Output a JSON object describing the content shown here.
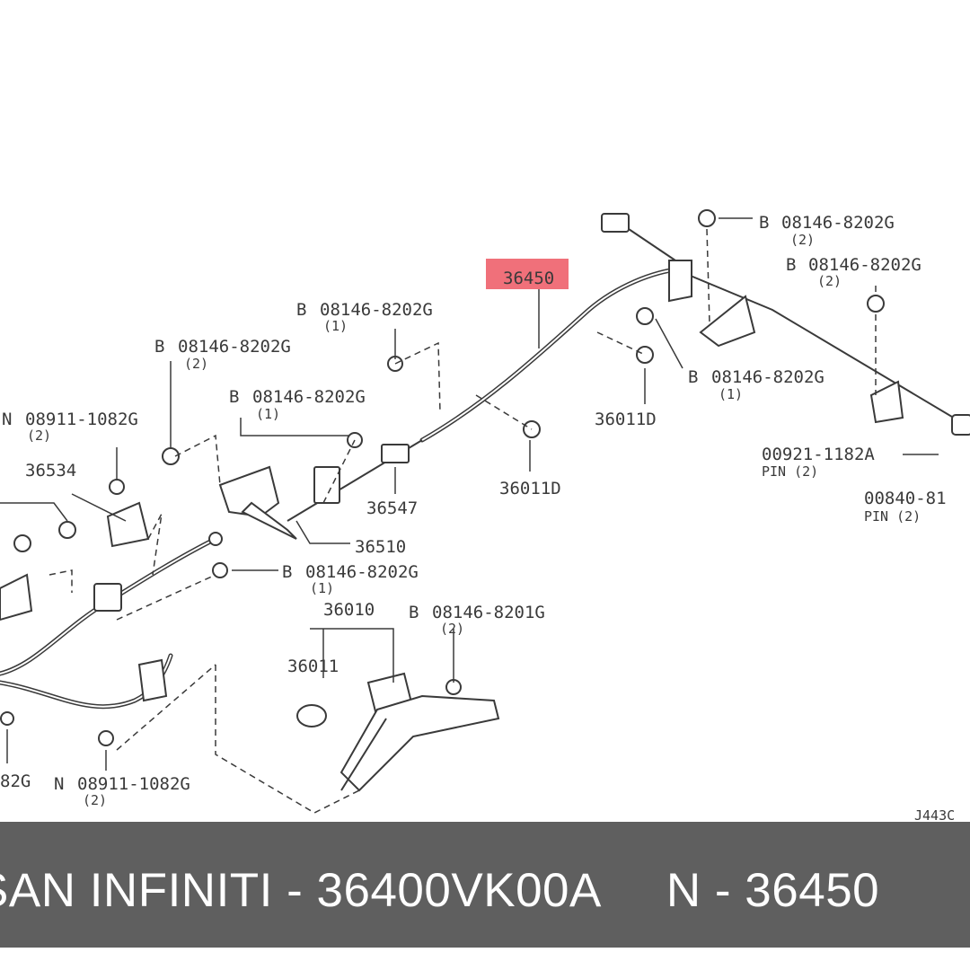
{
  "colors": {
    "highlight": "#f0707a",
    "footer_bg": "#5f5f5f",
    "footer_text": "#ffffff",
    "line": "#3a3a3a"
  },
  "diagram": {
    "highlight_label": "36450",
    "callouts": [
      {
        "text": "08146-8202G",
        "qty": "(2)",
        "prefix": "B"
      },
      {
        "text": "08146-8202G",
        "qty": "(2)",
        "prefix": "B"
      },
      {
        "text": "08146-8202G",
        "qty": "(1)",
        "prefix": "B"
      },
      {
        "text": "08146-8202G",
        "qty": "(2)",
        "prefix": "B"
      },
      {
        "text": "08146-8202G",
        "qty": "(1)",
        "prefix": "B"
      },
      {
        "text": "08146-8202G",
        "qty": "(1)",
        "prefix": "B"
      },
      {
        "text": "08911-1082G",
        "qty": "(2)",
        "prefix": "N"
      },
      {
        "text": "08146-8202G",
        "qty": "(1)",
        "prefix": "B"
      },
      {
        "text": "08146-8201G",
        "qty": "(2)",
        "prefix": "B"
      },
      {
        "text": "08911-1082G",
        "qty": "(2)",
        "prefix": "N"
      }
    ],
    "parts": [
      "36534",
      "36011D",
      "36011D",
      "36547",
      "36510",
      "36010",
      "36011"
    ],
    "pins": [
      {
        "text": "00921-1182A",
        "sub": "PIN (2)"
      },
      {
        "text": "00840-81",
        "sub": "PIN (2)"
      }
    ],
    "partial_left": "82G",
    "ref_code": "J443C"
  },
  "footer": {
    "brand": "SAN  INFINITI - 36400VK00A",
    "number": "N - 36450"
  }
}
